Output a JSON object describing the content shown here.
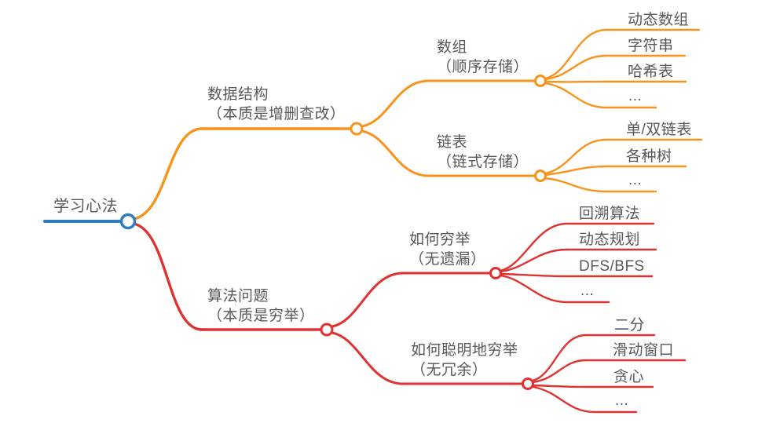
{
  "colors": {
    "blue": "#2E7DBF",
    "orange": "#F7941E",
    "red": "#DE3330",
    "text": "#58585A"
  },
  "root": {
    "label": "学习心法"
  },
  "branches": [
    {
      "title": "数据结构",
      "subtitle": "（本质是增删查改）",
      "children": [
        {
          "title": "数组",
          "subtitle": "（顺序存储）",
          "leaves": [
            "动态数组",
            "字符串",
            "哈希表",
            "..."
          ]
        },
        {
          "title": "链表",
          "subtitle": "（链式存储）",
          "leaves": [
            "单/双链表",
            "各种树",
            "..."
          ]
        }
      ]
    },
    {
      "title": "算法问题",
      "subtitle": "（本质是穷举）",
      "children": [
        {
          "title": "如何穷举",
          "subtitle": "（无遗漏）",
          "leaves": [
            "回溯算法",
            "动态规划",
            "DFS/BFS",
            "..."
          ]
        },
        {
          "title": "如何聪明地穷举",
          "subtitle": "（无冗余）",
          "leaves": [
            "二分",
            "滑动窗口",
            "贪心",
            "..."
          ]
        }
      ]
    }
  ]
}
